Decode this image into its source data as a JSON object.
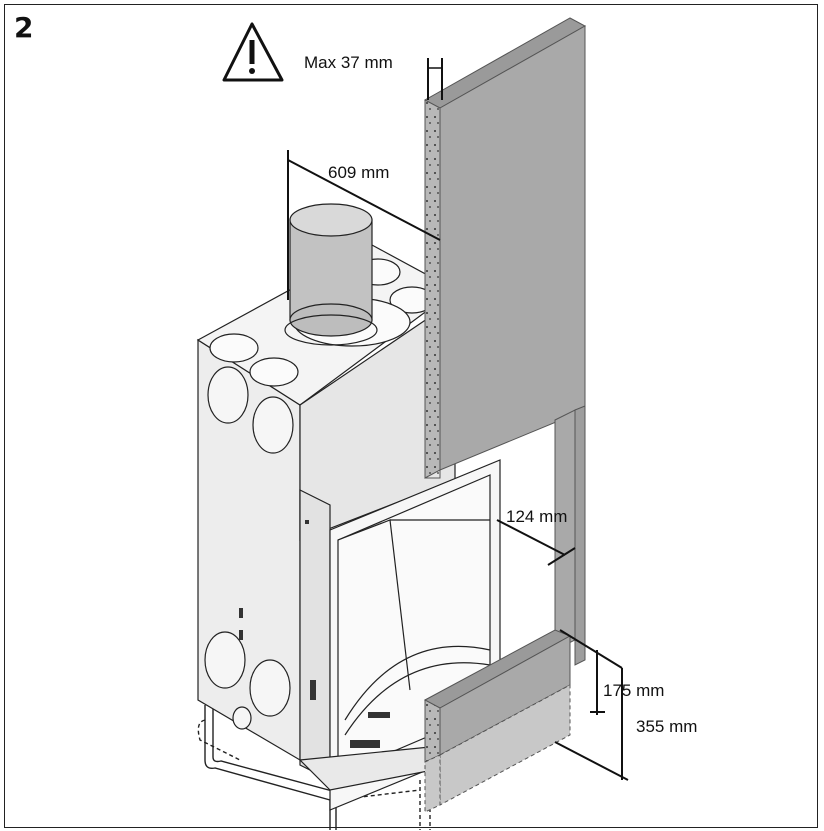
{
  "step": {
    "number": "2"
  },
  "warning": {
    "icon": "warning-triangle-icon"
  },
  "dimensions": {
    "max_thickness": "Max 37 mm",
    "depth": "609 mm",
    "side_clearance": "124 mm",
    "base_height_low": "175 mm",
    "base_height_high": "355 mm"
  },
  "colors": {
    "panel": "#a9a9a9",
    "panel_edge": "#8c8c8c",
    "stove_body": "#efefef",
    "line": "#111111"
  }
}
